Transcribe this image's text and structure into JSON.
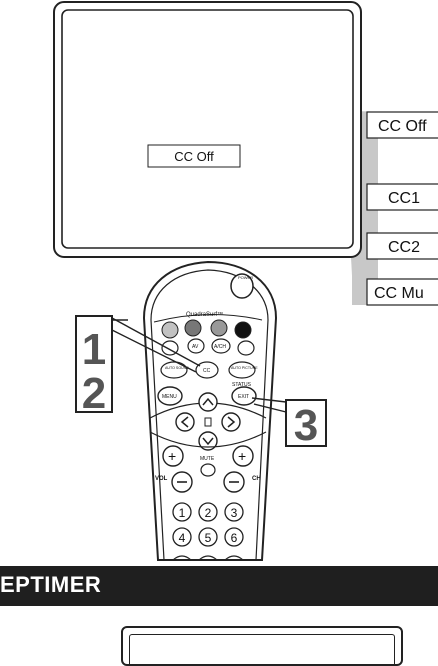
{
  "screen": {
    "current_mode": "CC Off"
  },
  "mode_list": [
    "CC Off",
    "CC1",
    "CC2",
    "CC Mu"
  ],
  "remote": {
    "power_label": "POWER",
    "quadrasurf_label": "QuadraSurf™",
    "av_label": "AV",
    "aoh_label": "A/CH",
    "auto_sound_label": "AUTO SOUND",
    "cc_label": "CC",
    "auto_picture_label": "AUTO PICTURE",
    "status_label": "STATUS",
    "menu_label": "MENU",
    "exit_label": "EXIT",
    "mute_label": "MUTE",
    "vol_label": "VOL",
    "ch_label": "CH",
    "keypad": [
      "1",
      "2",
      "3",
      "4",
      "5",
      "6"
    ]
  },
  "steps": {
    "step1": "1",
    "step2": "2",
    "step3": "3"
  },
  "section": {
    "title": "EPTIMER"
  },
  "colors": {
    "banner_bg": "#1f1f1f",
    "callout_gray": "#c8c8c8",
    "line": "#222222"
  }
}
